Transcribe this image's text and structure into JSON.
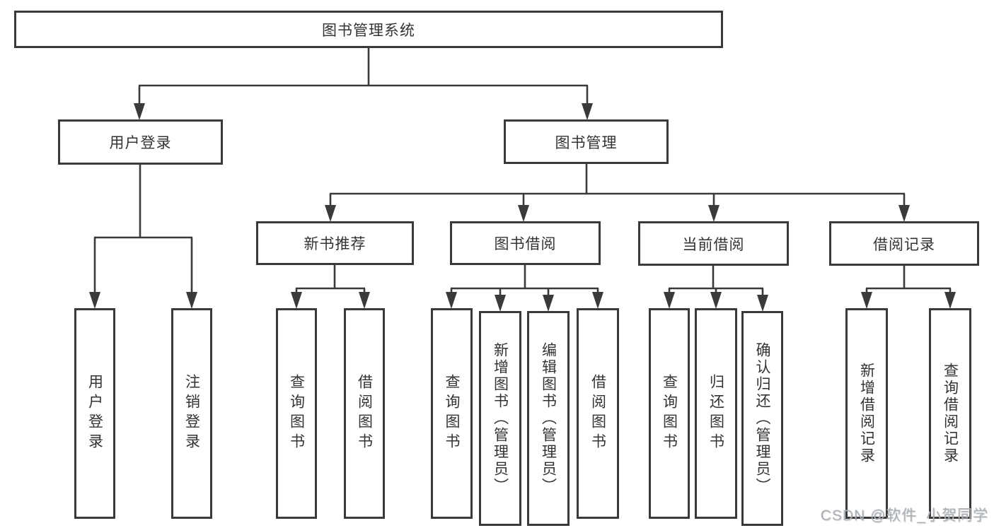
{
  "diagram_title": "图书管理系统",
  "tree": {
    "label": "图书管理系统",
    "children": [
      {
        "label": "用户登录",
        "children": [
          {
            "label": "用户登录"
          },
          {
            "label": "注销登录"
          }
        ]
      },
      {
        "label": "图书管理",
        "children": [
          {
            "label": "新书推荐",
            "children": [
              {
                "label": "查询图书"
              },
              {
                "label": "借阅图书"
              }
            ]
          },
          {
            "label": "图书借阅",
            "children": [
              {
                "label": "查询图书"
              },
              {
                "label": "新增图书（管理员）"
              },
              {
                "label": "编辑图书（管理员）"
              },
              {
                "label": "借阅图书"
              }
            ]
          },
          {
            "label": "当前借阅",
            "children": [
              {
                "label": "查询图书"
              },
              {
                "label": "归还图书"
              },
              {
                "label": "确认归还（管理员）"
              }
            ]
          },
          {
            "label": "借阅记录",
            "children": [
              {
                "label": "新增借阅记录"
              },
              {
                "label": "查询借阅记录"
              }
            ]
          }
        ]
      }
    ]
  },
  "watermark": {
    "text": "CSDN @软件_小贺同学"
  },
  "colors": {
    "line": "#3a3a3a",
    "box_border": "#3a3a3a",
    "text": "#333333",
    "watermark": "#aab0b6",
    "background": "#ffffff"
  }
}
